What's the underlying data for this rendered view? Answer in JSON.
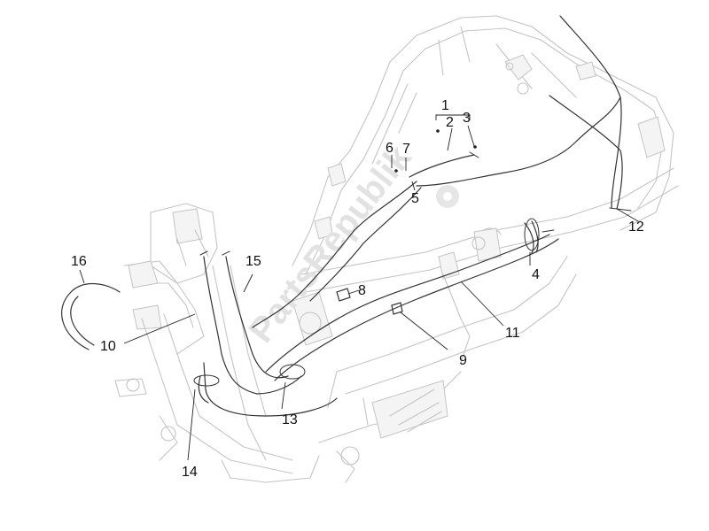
{
  "watermark": {
    "text": "PartsRepublik"
  },
  "callouts": [
    {
      "id": "1",
      "label": "1"
    },
    {
      "id": "2",
      "label": "2"
    },
    {
      "id": "3",
      "label": "3"
    },
    {
      "id": "4",
      "label": "4"
    },
    {
      "id": "5",
      "label": "5"
    },
    {
      "id": "6",
      "label": "6"
    },
    {
      "id": "7",
      "label": "7"
    },
    {
      "id": "8",
      "label": "8"
    },
    {
      "id": "9",
      "label": "9"
    },
    {
      "id": "10",
      "label": "10"
    },
    {
      "id": "11",
      "label": "11"
    },
    {
      "id": "12",
      "label": "12"
    },
    {
      "id": "13",
      "label": "13"
    },
    {
      "id": "14",
      "label": "14"
    },
    {
      "id": "15",
      "label": "15"
    },
    {
      "id": "16",
      "label": "16"
    }
  ]
}
